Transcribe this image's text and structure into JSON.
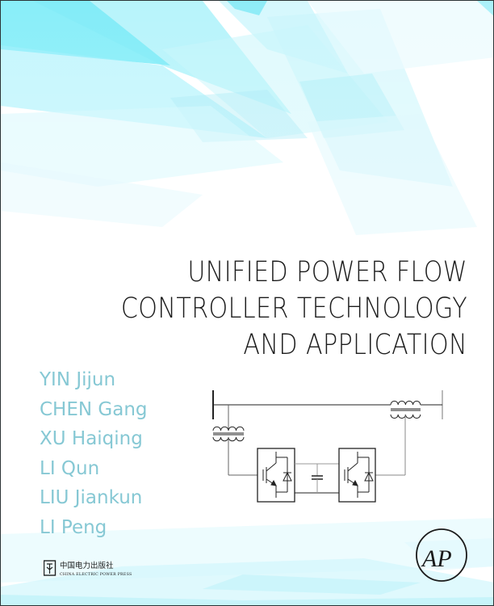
{
  "cover": {
    "title_lines": [
      "UNIFIED POWER FLOW",
      "CONTROLLER TECHNOLOGY",
      "AND APPLICATION"
    ],
    "authors": [
      "YIN Jijun",
      "CHEN Gang",
      "XU Haiqing",
      "LI Qun",
      "LIU Jiankun",
      "LI Peng"
    ],
    "publisher": {
      "chinese_name": "中国电力出版社",
      "english_name": "CHINA ELECTRIC POWER PRESS",
      "logo_icon": "china-electric-power-press-logo-icon"
    },
    "imprint_logo": {
      "letters": "AP",
      "icon": "academic-press-logo-icon"
    },
    "diagram": {
      "description": "UPFC circuit schematic: transmission line with shunt transformer and series transformer, two IGBT/diode converters linked by DC capacitor",
      "icons": [
        "shunt-transformer-icon",
        "series-transformer-icon",
        "igbt-converter-icon",
        "dc-capacitor-icon"
      ]
    },
    "colors": {
      "title": "#1c1c1c",
      "authors": "#86c8d4",
      "accent_cyan": "#5fe6f5",
      "border": "#2c3436"
    }
  }
}
